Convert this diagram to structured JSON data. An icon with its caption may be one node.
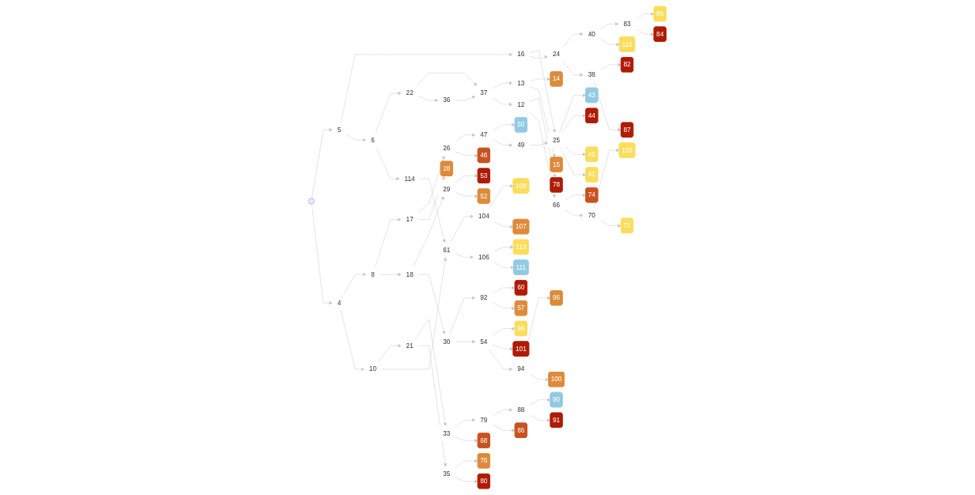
{
  "diagram": {
    "nodes": [
      {
        "text": [
          "50"
        ]
      },
      {
        "text": [
          "43"
        ]
      },
      {
        "text": [
          "90"
        ]
      },
      {
        "text": [
          "47"
        ]
      },
      {
        "text": [
          "49"
        ]
      },
      {
        "text": [
          "91"
        ]
      },
      {
        "text": [
          "44"
        ]
      },
      {
        "text": [
          "88"
        ]
      },
      {
        "text": [
          "85"
        ]
      },
      {
        "text": [
          "25"
        ]
      },
      {
        "text": [
          "26"
        ]
      },
      {
        "text": [
          "46"
        ]
      },
      {
        "text": [
          "45"
        ]
      },
      {
        "text": [
          "41"
        ]
      },
      {
        "text": [
          "79"
        ]
      },
      {
        "text": [
          "86"
        ]
      },
      {
        "text": [
          "83"
        ]
      },
      {
        "text": [
          "84"
        ]
      },
      {
        "text": [
          "17"
        ]
      },
      {
        "text": [
          "28"
        ]
      },
      {
        "text": [
          "33"
        ]
      },
      {
        "text": [
          "68"
        ]
      },
      {
        "text": [
          "40"
        ]
      },
      {
        "text": [
          "16"
        ]
      },
      {
        "text": [
          "24"
        ]
      },
      {
        "text": [
          "115"
        ]
      },
      {
        "text": [
          "53"
        ]
      },
      {
        "text": [
          "8"
        ]
      },
      {
        "text": [
          "29"
        ]
      },
      {
        "text": [
          "52"
        ]
      },
      {
        "text": [
          "76"
        ]
      },
      {
        "text": [
          "21"
        ]
      },
      {
        "text": [
          "38"
        ]
      },
      {
        "text": [
          "82"
        ]
      },
      {
        "text": [
          "87"
        ]
      },
      {
        "text": [
          "5"
        ]
      },
      {
        "text": [],
        "shape": "circle"
      },
      {
        "text": [
          "4"
        ]
      },
      {
        "text": [
          "18"
        ]
      },
      {
        "text": [
          "35"
        ]
      },
      {
        "text": [
          "10"
        ]
      },
      {
        "text": [
          "80"
        ]
      },
      {
        "text": [
          "60"
        ]
      },
      {
        "text": [
          "92"
        ]
      },
      {
        "text": [
          "30"
        ]
      },
      {
        "text": [
          "6"
        ]
      },
      {
        "text": [
          "57"
        ]
      },
      {
        "text": [
          "114"
        ]
      },
      {
        "text": [
          "61"
        ]
      },
      {
        "text": [
          "109"
        ]
      },
      {
        "text": [
          "104"
        ]
      },
      {
        "text": [
          "22"
        ]
      },
      {
        "text": [
          "54"
        ]
      },
      {
        "text": [
          "98"
        ]
      },
      {
        "text": [
          "101"
        ]
      },
      {
        "text": [
          "106"
        ]
      },
      {
        "text": [
          "36"
        ]
      },
      {
        "text": [
          "107"
        ]
      },
      {
        "text": [
          "14"
        ]
      },
      {
        "text": [
          "37"
        ]
      },
      {
        "text": [
          "13"
        ]
      },
      {
        "text": [
          "113"
        ]
      },
      {
        "text": [
          "111"
        ]
      },
      {
        "text": [
          "94"
        ]
      },
      {
        "text": [
          "96"
        ]
      },
      {
        "text": [
          "12"
        ]
      },
      {
        "text": [
          "78"
        ]
      },
      {
        "text": [
          "15"
        ]
      },
      {
        "text": [
          "100"
        ]
      },
      {
        "text": [
          "66"
        ]
      },
      {
        "text": [
          "74"
        ]
      },
      {
        "text": [
          "70"
        ]
      },
      {
        "text": [
          "103"
        ]
      },
      {
        "text": [
          "72"
        ]
      }
    ],
    "edges": [
      {
        "from": 36,
        "to": 35,
        "arrow": "to"
      },
      {
        "from": 36,
        "to": 37,
        "arrow": "to"
      },
      {
        "from": 37,
        "to": 27,
        "arrow": "to"
      },
      {
        "from": 37,
        "to": 40,
        "arrow": "to"
      },
      {
        "from": 27,
        "to": 18,
        "arrow": "to"
      },
      {
        "from": 27,
        "to": 38,
        "arrow": "to"
      },
      {
        "from": 38,
        "to": 28,
        "arrow": "to"
      },
      {
        "from": 38,
        "to": 44,
        "arrow": "to"
      },
      {
        "from": 35,
        "to": 23,
        "arrow": "to"
      },
      {
        "from": 35,
        "to": 45,
        "arrow": "to"
      },
      {
        "from": 28,
        "to": 26,
        "arrow": "to"
      },
      {
        "from": 28,
        "to": 29,
        "arrow": "to"
      },
      {
        "from": 18,
        "to": 10,
        "arrow": "to"
      },
      {
        "from": 18,
        "to": 19,
        "arrow": "to"
      },
      {
        "from": 10,
        "to": 3,
        "arrow": "to"
      },
      {
        "from": 10,
        "to": 11,
        "arrow": "to"
      },
      {
        "from": 3,
        "to": 0,
        "arrow": "to"
      },
      {
        "from": 3,
        "to": 4,
        "arrow": "to"
      },
      {
        "from": 4,
        "to": 9,
        "arrow": "to"
      },
      {
        "from": 23,
        "to": 9,
        "arrow": "to"
      },
      {
        "from": 23,
        "to": 24,
        "arrow": "to"
      },
      {
        "from": 9,
        "to": 1,
        "arrow": "to"
      },
      {
        "from": 9,
        "to": 6,
        "arrow": "to"
      },
      {
        "from": 9,
        "to": 12,
        "arrow": "to"
      },
      {
        "from": 9,
        "to": 13,
        "arrow": "to"
      },
      {
        "from": 24,
        "to": 22,
        "arrow": "to"
      },
      {
        "from": 24,
        "to": 32,
        "arrow": "to"
      },
      {
        "from": 22,
        "to": 16,
        "arrow": "to"
      },
      {
        "from": 22,
        "to": 25,
        "arrow": "to"
      },
      {
        "from": 16,
        "to": 8,
        "arrow": "to"
      },
      {
        "from": 16,
        "to": 17,
        "arrow": "to"
      },
      {
        "from": 32,
        "to": 33,
        "arrow": "to"
      },
      {
        "from": 32,
        "to": 34,
        "arrow": "to"
      },
      {
        "from": 40,
        "to": 31,
        "arrow": "to"
      },
      {
        "from": 40,
        "to": 48,
        "arrow": "to"
      },
      {
        "from": 31,
        "to": 20,
        "arrow": "to"
      },
      {
        "from": 31,
        "to": 39,
        "arrow": "to"
      },
      {
        "from": 20,
        "to": 14,
        "arrow": "to"
      },
      {
        "from": 20,
        "to": 21,
        "arrow": "to"
      },
      {
        "from": 14,
        "to": 7,
        "arrow": "to"
      },
      {
        "from": 14,
        "to": 15,
        "arrow": "to"
      },
      {
        "from": 7,
        "to": 2,
        "arrow": "to"
      },
      {
        "from": 7,
        "to": 5,
        "arrow": "to"
      },
      {
        "from": 39,
        "to": 30,
        "arrow": "to"
      },
      {
        "from": 39,
        "to": 41,
        "arrow": "to"
      },
      {
        "from": 44,
        "to": 43,
        "arrow": "to"
      },
      {
        "from": 44,
        "to": 52,
        "arrow": "to"
      },
      {
        "from": 43,
        "to": 42,
        "arrow": "to"
      },
      {
        "from": 43,
        "to": 46,
        "arrow": "to"
      },
      {
        "from": 52,
        "to": 53,
        "arrow": "to"
      },
      {
        "from": 52,
        "to": 54,
        "arrow": "to"
      },
      {
        "from": 52,
        "to": 63,
        "arrow": "to"
      },
      {
        "from": 63,
        "to": 64,
        "arrow": "to"
      },
      {
        "from": 63,
        "to": 68,
        "arrow": "to"
      },
      {
        "from": 45,
        "to": 51,
        "arrow": "to"
      },
      {
        "from": 45,
        "to": 47,
        "arrow": "to"
      },
      {
        "from": 47,
        "to": 48,
        "arrow": "to"
      },
      {
        "from": 51,
        "to": 59,
        "arrow": "to"
      },
      {
        "from": 51,
        "to": 56,
        "arrow": "to"
      },
      {
        "from": 56,
        "to": 59,
        "arrow": "to"
      },
      {
        "from": 59,
        "to": 60,
        "arrow": "to"
      },
      {
        "from": 59,
        "to": 65,
        "arrow": "to"
      },
      {
        "from": 60,
        "to": 58,
        "arrow": "to"
      },
      {
        "from": 60,
        "to": 67,
        "arrow": "to"
      },
      {
        "from": 65,
        "to": 66,
        "arrow": "to"
      },
      {
        "from": 65,
        "to": 69,
        "arrow": "to"
      },
      {
        "from": 69,
        "to": 70,
        "arrow": "to"
      },
      {
        "from": 69,
        "to": 71,
        "arrow": "to"
      },
      {
        "from": 71,
        "to": 72,
        "arrow": "to"
      },
      {
        "from": 71,
        "to": 73,
        "arrow": "to"
      },
      {
        "from": 48,
        "to": 50,
        "arrow": "to"
      },
      {
        "from": 48,
        "to": 55,
        "arrow": "to"
      },
      {
        "from": 50,
        "to": 49,
        "arrow": "to"
      },
      {
        "from": 50,
        "to": 57,
        "arrow": "to"
      },
      {
        "from": 55,
        "to": 61,
        "arrow": "to"
      },
      {
        "from": 55,
        "to": 62,
        "arrow": "to"
      }
    ]
  }
}
